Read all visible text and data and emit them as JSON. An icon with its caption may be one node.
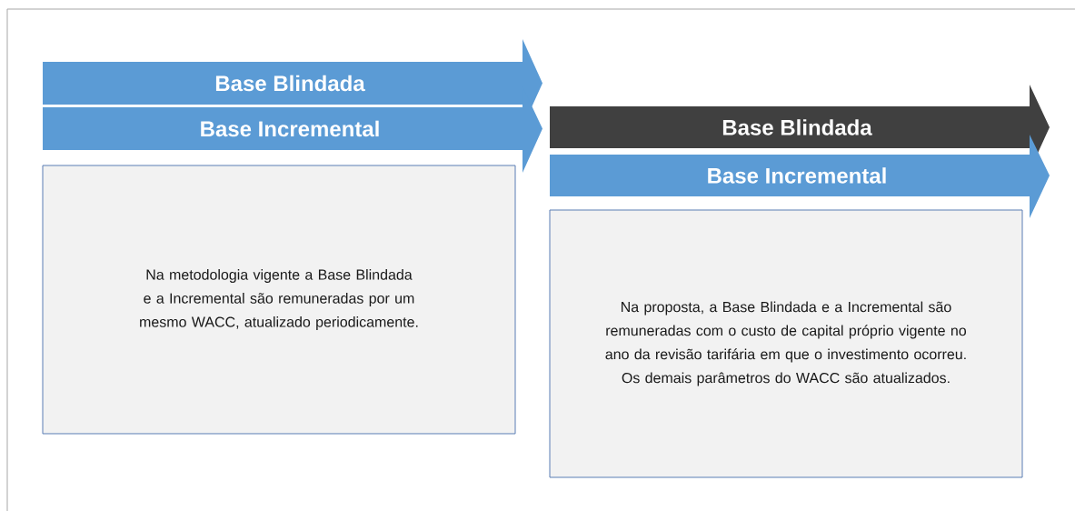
{
  "diagram": {
    "nodes": [
      {
        "text": [
          "Base Blindada"
        ]
      },
      {
        "text": [
          "Base Incremental"
        ]
      },
      {
        "text": [
          "Na metodologia vigente a Base Blindada e a Incremental são remuneradas por um mesmo WACC, atualizado periodicamente."
        ]
      },
      {
        "text": [
          "Base Blindada"
        ]
      },
      {
        "text": [
          "Base Incremental"
        ]
      },
      {
        "text": [
          "Na proposta, a Base Blindada e a Incremental são remuneradas com o custo de capital próprio vigente no ano da revisão tarifária em que o investimento ocorreu. Os demais parâmetros do WACC são atualizados."
        ]
      }
    ]
  }
}
